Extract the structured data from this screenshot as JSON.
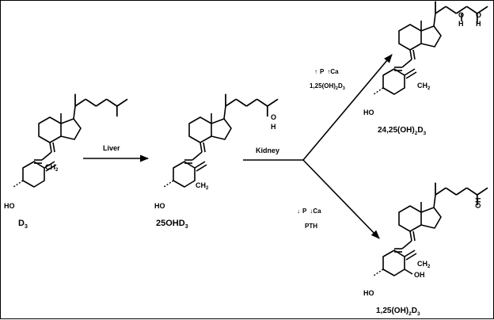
{
  "reactions": {
    "liver": "Liver",
    "kidney": "Kidney",
    "up_condition": {
      "up_arrows": "↑",
      "p": "P",
      "ca": "Ca",
      "metabolite": "1,25(OH)",
      "sub2": "2",
      "d": "D",
      "sub3": "3"
    },
    "down_condition": {
      "down_arrows": "↓",
      "p": "P",
      "ca": "Ca",
      "hormone": "PTH"
    }
  },
  "compounds": {
    "d3": {
      "name": "D",
      "sub": "3"
    },
    "ohd3": {
      "name": "25OHD",
      "sub": "3"
    },
    "d24_25": {
      "name_a": "24,25(OH)",
      "sub2": "2",
      "name_b": "D",
      "sub3": "3"
    },
    "d1_25": {
      "name_a": "1,25(OH)",
      "sub2": "2",
      "name_b": "D",
      "sub3": "3"
    }
  },
  "atoms": {
    "ch2": "CH",
    "ch2_sub": "2",
    "ho": "HO",
    "oh": "OH",
    "o": "O",
    "h": "H"
  }
}
